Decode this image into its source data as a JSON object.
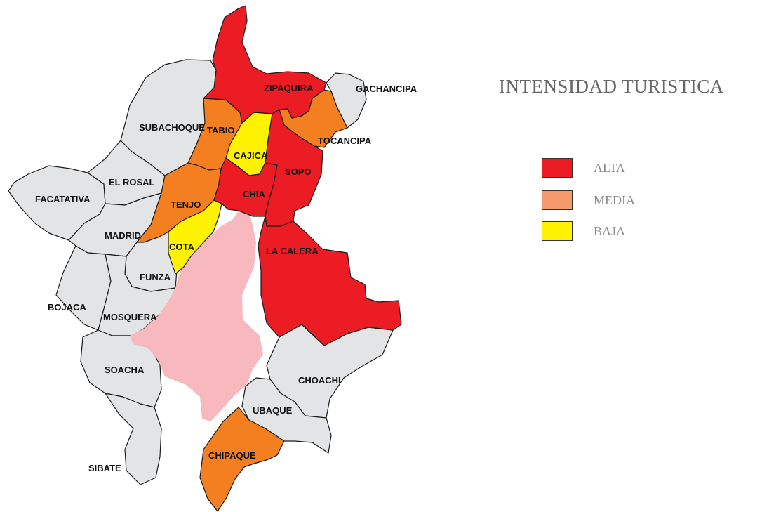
{
  "legend": {
    "title": "INTENSIDAD TURISTICA",
    "items": [
      {
        "label": "ALTA",
        "color": "#ec1c24"
      },
      {
        "label": "MEDIA",
        "color": "#f49a6c"
      },
      {
        "label": "BAJA",
        "color": "#fff200"
      }
    ]
  },
  "colors": {
    "alta": "#ec1c24",
    "media": "#f47f20",
    "baja": "#fff200",
    "neutral": "#e3e4e6",
    "bogota": "#f7b8be",
    "border": "#1a1a1a"
  },
  "municipalities": [
    {
      "name": "ZIPAQUIRA",
      "intensity": "alta"
    },
    {
      "name": "GACHANCIPA",
      "intensity": "none"
    },
    {
      "name": "SUBACHOQUE",
      "intensity": "none"
    },
    {
      "name": "TABIO",
      "intensity": "media"
    },
    {
      "name": "CAJICA",
      "intensity": "baja"
    },
    {
      "name": "TOCANCIPA",
      "intensity": "media"
    },
    {
      "name": "SOPO",
      "intensity": "alta"
    },
    {
      "name": "EL ROSAL",
      "intensity": "none"
    },
    {
      "name": "FACATATIVA",
      "intensity": "none"
    },
    {
      "name": "TENJO",
      "intensity": "media"
    },
    {
      "name": "CHIA",
      "intensity": "alta"
    },
    {
      "name": "MADRID",
      "intensity": "none"
    },
    {
      "name": "COTA",
      "intensity": "baja"
    },
    {
      "name": "LA CALERA",
      "intensity": "alta"
    },
    {
      "name": "FUNZA",
      "intensity": "none"
    },
    {
      "name": "BOJACA",
      "intensity": "none"
    },
    {
      "name": "MOSQUERA",
      "intensity": "none"
    },
    {
      "name": "SOACHA",
      "intensity": "none"
    },
    {
      "name": "CHOACHI",
      "intensity": "none"
    },
    {
      "name": "UBAQUE",
      "intensity": "none"
    },
    {
      "name": "CHIPAQUE",
      "intensity": "media"
    },
    {
      "name": "SIBATE",
      "intensity": "none"
    }
  ]
}
